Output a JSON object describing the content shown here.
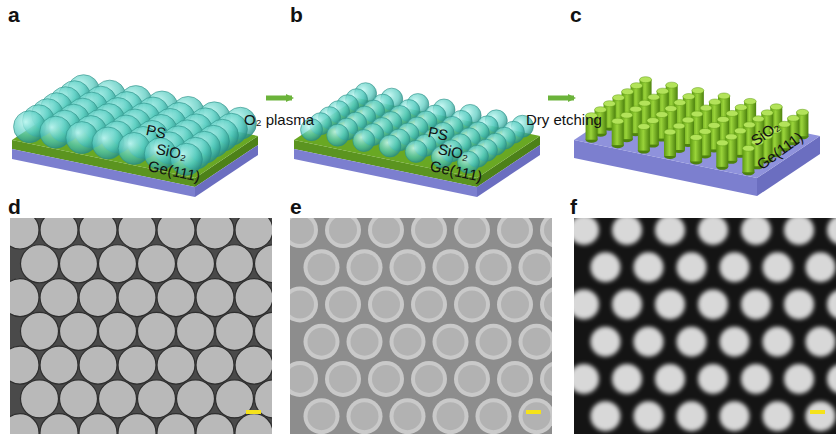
{
  "diagram": {
    "labels": [
      "a",
      "b",
      "c",
      "PS",
      "SiO₂",
      "Ge(111)",
      "O₂ plasma",
      "PS",
      "SiO₂",
      "Ge(111)",
      "Dry etching",
      "SiO₂",
      "Ge(111)",
      "d",
      "e",
      "f"
    ]
  }
}
